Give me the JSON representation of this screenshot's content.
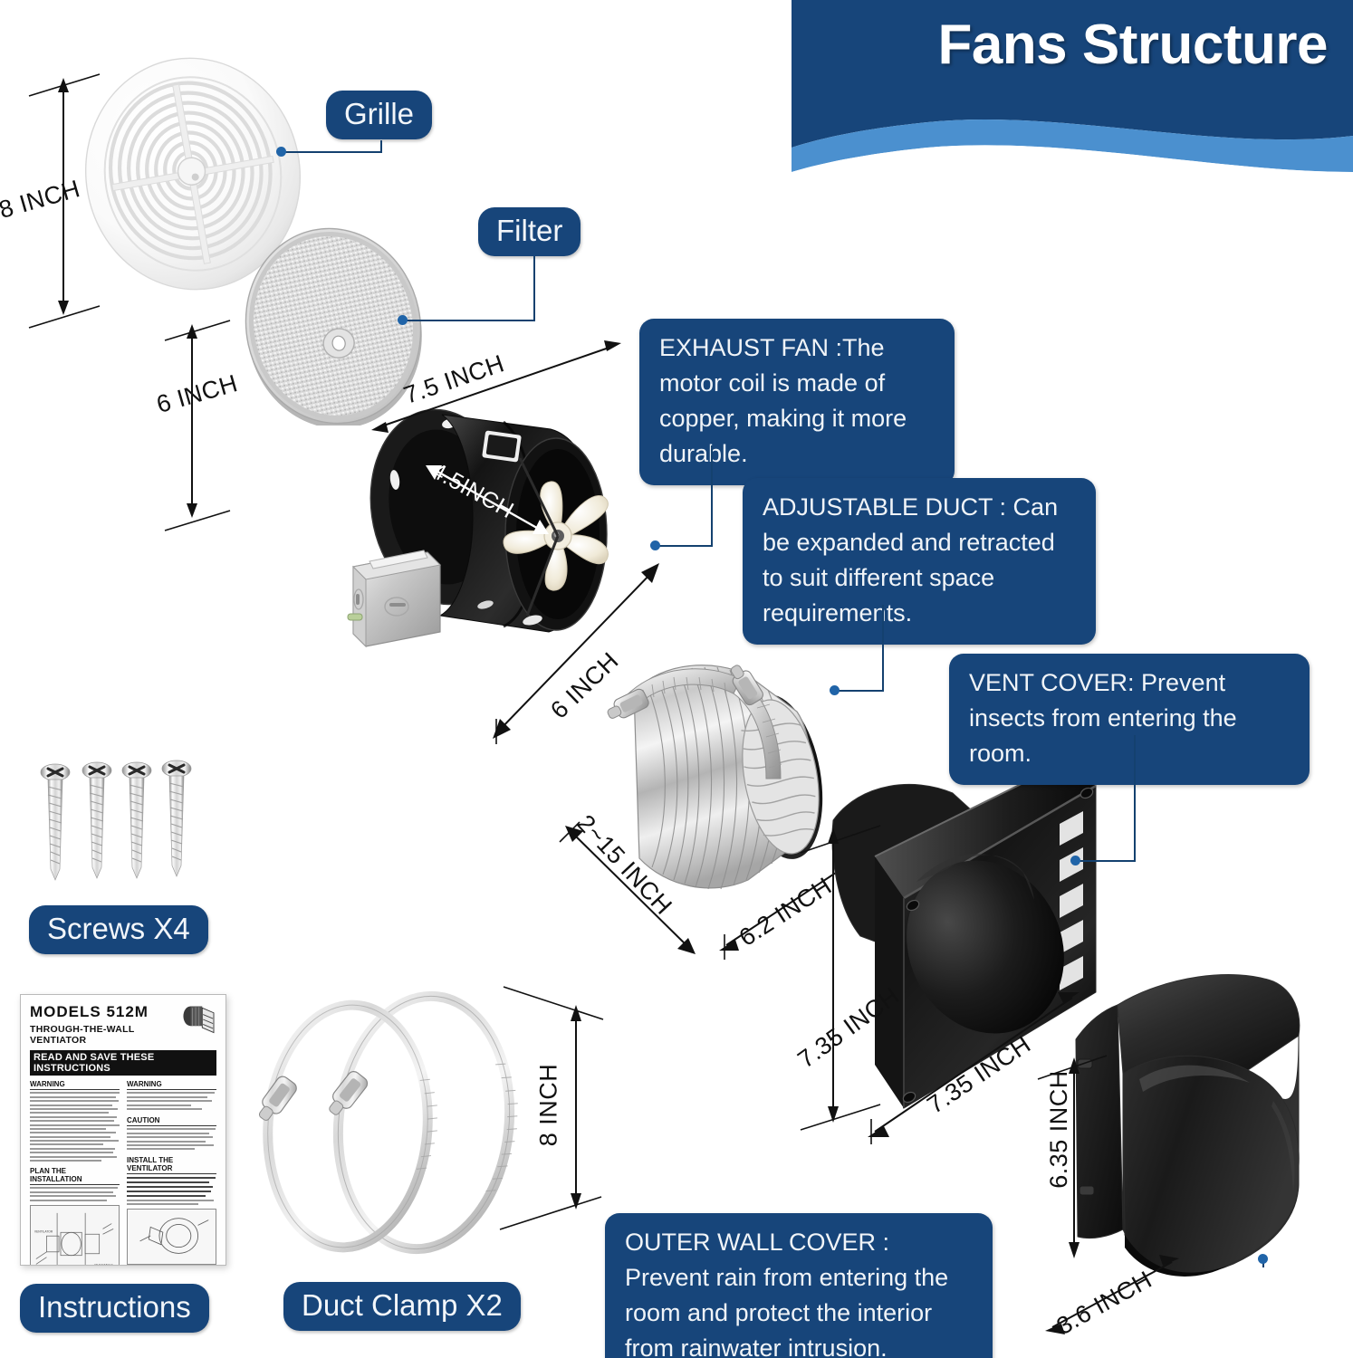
{
  "header": {
    "title": "Fans Structure",
    "band_color": "#17457a",
    "wave_color": "#4b90cf"
  },
  "theme": {
    "accent_blue": "#17457a",
    "light_blue": "#4b90cf",
    "dot_blue": "#2064a8",
    "text_dark": "#111111"
  },
  "labels": {
    "grille": "Grille",
    "filter": "Filter",
    "screws": "Screws X4",
    "instructions": "Instructions",
    "duct_clamp": "Duct Clamp X2"
  },
  "callouts": [
    {
      "id": "exhaust-fan",
      "text": "EXHAUST FAN :The motor coil is made of copper, making it more durable."
    },
    {
      "id": "adjustable-duct",
      "text": "ADJUSTABLE DUCT : Can be expanded and retracted to suit different space requirements."
    },
    {
      "id": "vent-cover",
      "text": "VENT COVER: Prevent insects from entering the room."
    },
    {
      "id": "outer-wall-cover",
      "text": "OUTER WALL COVER :  Prevent rain from entering the room and protect the interior from rainwater intrusion."
    }
  ],
  "dimensions": {
    "grille_height": "8 INCH",
    "filter_height": "6 INCH",
    "fan_width": "7.5 INCH",
    "fan_depth": "4.5INCH",
    "fan_diameter": "6 INCH",
    "duct_length": "2~15 INCH",
    "duct_diameter": "6.2 INCH",
    "vent_cover_height": "7.35 INCH",
    "vent_cover_width": "7.35 INCH",
    "wall_cover_height": "6.35 INCH",
    "wall_cover_depth": "3.6 INCH",
    "clamp_diameter": "8 INCH"
  },
  "instruction_sheet": {
    "model_title": "MODELS 512M",
    "subtitle": "THROUGH-THE-WALL VENTIATOR",
    "banner": "READ AND SAVE THESE INSTRUCTIONS",
    "section_warning_left": "WARNING",
    "section_warning_right": "WARNING",
    "section_caution": "CAUTION",
    "section_plan": "PLAN THE INSTALLATION",
    "section_install": "INSTALL THE VENTILATOR",
    "fig_label_ventilator": "VENTILATOR",
    "fig_label_grille": "GRILLE",
    "fig_label_duct": "ADJUSTABLE DUCT"
  }
}
